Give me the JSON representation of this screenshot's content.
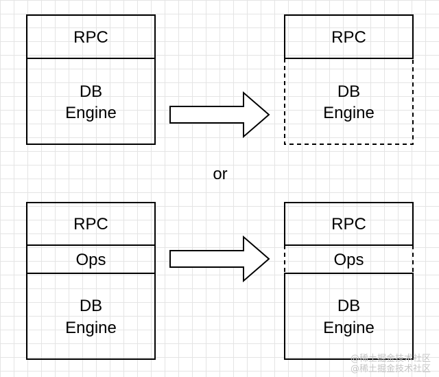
{
  "top_left": {
    "rpc_label": "RPC",
    "db_label_line1": "DB",
    "db_label_line2": "Engine"
  },
  "top_right": {
    "rpc_label": "RPC",
    "db_label_line1": "DB",
    "db_label_line2": "Engine"
  },
  "separator": {
    "label": "or"
  },
  "bottom_left": {
    "rpc_label": "RPC",
    "ops_label": "Ops",
    "db_label_line1": "DB",
    "db_label_line2": "Engine"
  },
  "bottom_right": {
    "rpc_label": "RPC",
    "ops_label": "Ops",
    "db_label_line1": "DB",
    "db_label_line2": "Engine"
  },
  "watermark": {
    "line1": "@稀土掘金技术社区",
    "line2": "@稀土掘金技术社区"
  }
}
